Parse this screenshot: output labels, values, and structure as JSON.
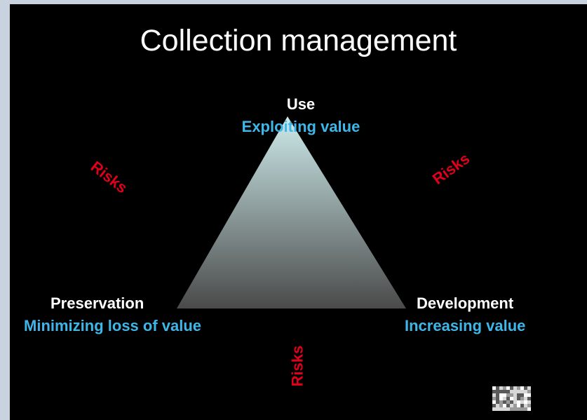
{
  "title": "Collection management",
  "colors": {
    "background": "#000000",
    "title": "#ffffff",
    "node_name": "#ffffff",
    "node_desc": "#3fb6e8",
    "risk": "#e0001a",
    "triangle_top": "#cdeaea",
    "triangle_bottom": "#4a4a4a"
  },
  "nodes": {
    "top": {
      "name": "Use",
      "desc": "Exploiting value"
    },
    "left": {
      "name": "Preservation",
      "desc": "Minimizing loss of value"
    },
    "right": {
      "name": "Development",
      "desc": "Increasing value"
    }
  },
  "risks": {
    "left": "Risks",
    "right": "Risks",
    "bottom": "Risks"
  },
  "logo": {
    "icon": "checkered-logo-icon"
  }
}
